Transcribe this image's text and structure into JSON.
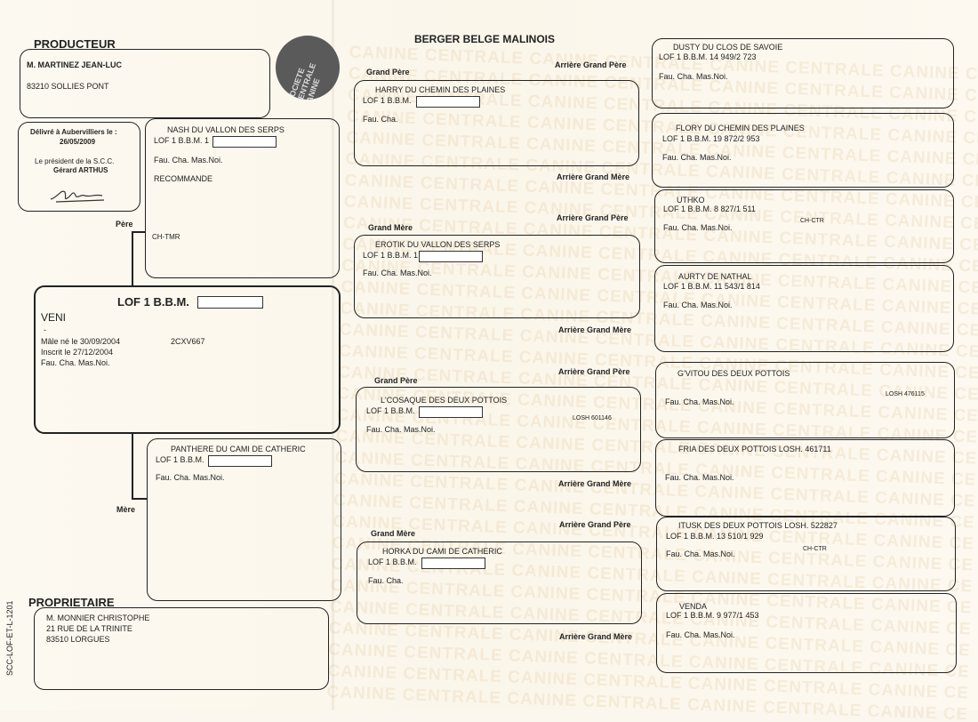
{
  "header": {
    "breed": "BERGER BELGE MALINOIS"
  },
  "producteur": {
    "title": "PRODUCTEUR",
    "name": "M. MARTINEZ JEAN-LUC",
    "address": "83210 SOLLIES PONT"
  },
  "delivre": {
    "line1": "Délivré à Aubervilliers le :",
    "date": "26/05/2009",
    "line2": "Le président de la S.C.C.",
    "president": "Gérard ARTHUS"
  },
  "seal_text": "SOCIETE CENTRALE CANINE",
  "dog": {
    "lof": "LOF 1 B.B.M.",
    "name": "VENI",
    "dash": "-",
    "birth": "Mâle  né le  30/09/2004",
    "tattoo": "2CXV667",
    "inscrit": "Inscrit le 27/12/2004",
    "colour": "Fau. Cha. Mas.Noi."
  },
  "labels": {
    "pere": "Père",
    "mere": "Mère",
    "grand_pere": "Grand Père",
    "grand_mere": "Grand Mère",
    "arriere_grand_pere": "Arrière Grand Père",
    "arriere_grand_mere": "Arrière Grand Mère"
  },
  "pere": {
    "name": "NASH  DU VALLON DES SERPS",
    "lof": "LOF 1 B.B.M. 1",
    "colour": "Fau. Cha. Mas.Noi.",
    "note": "RECOMMANDE",
    "title": "CH-TMR"
  },
  "mere": {
    "name": "PANTHERE  DU CAMI DE CATHERIC",
    "lof": "LOF 1 B.B.M.",
    "colour": "Fau. Cha. Mas.Noi."
  },
  "gp_pp": {
    "name": "HARRY  DU CHEMIN DES PLAINES",
    "lof": "LOF 1 B.B.M.",
    "colour": "Fau. Cha."
  },
  "gm_pp": {
    "name": "EROTIK DU VALLON DES SERPS",
    "lof": "LOF 1 B.B.M. 1",
    "colour": "Fau. Cha. Mas.Noi."
  },
  "gp_mm": {
    "name": "L'COSAQUE DES DEUX POTTOIS",
    "lof": "LOF 1 B.B.M.",
    "colour": "Fau. Cha. Mas.Noi.",
    "losh": "LOSH 601146"
  },
  "gm_mm": {
    "name": "HORKA  DU CAMI DE CATHERIC",
    "lof": "LOF 1 B.B.M.",
    "colour": "Fau. Cha."
  },
  "agp": [
    {
      "name": "DUSTY DU CLOS DE SAVOIE",
      "lof": "LOF 1 B.B.M. 14 949/2 723",
      "colour": "Fau. Cha. Mas.Noi.",
      "extra": ""
    },
    {
      "name": "FLORY DU CHEMIN DES PLAINES",
      "lof": "LOF 1 B.B.M. 19 872/2 953",
      "colour": "Fau. Cha. Mas.Noi.",
      "extra": ""
    },
    {
      "name": "UTHKO",
      "lof": "LOF 1 B.B.M. 8 827/1 511",
      "colour": "Fau. Cha. Mas.Noi.",
      "extra": "CH-CTR"
    },
    {
      "name": "AURTY DE NATHAL",
      "lof": "LOF 1 B.B.M. 11 543/1 814",
      "colour": "Fau. Cha. Mas.Noi.",
      "extra": ""
    },
    {
      "name": "G'VITOU DES DEUX POTTOIS",
      "lof": "",
      "colour": "Fau. Cha. Mas.Noi.",
      "extra": "LOSH 476115"
    },
    {
      "name": "FRIA DES DEUX POTTOIS  LOSH. 461711",
      "lof": "",
      "colour": "Fau. Cha. Mas.Noi.",
      "extra": ""
    },
    {
      "name": "ITUSK DES DEUX POTTOIS LOSH. 522827",
      "lof": "LOF 1 B.B.M. 13 510/1 929",
      "colour": "Fau. Cha. Mas.Noi.",
      "extra": "CH-CTR"
    },
    {
      "name": "VENDA",
      "lof": "LOF 1 B.B.M. 9 977/1 453",
      "colour": "Fau. Cha. Mas.Noi.",
      "extra": ""
    }
  ],
  "proprietaire": {
    "title": "PROPRIETAIRE",
    "name": "M. MONNIER CHRISTOPHE",
    "street": "21 RUE DE LA TRINITE",
    "city": "83510 LORGUES"
  },
  "form_code": "SCC-LOF-ET-L-1201",
  "watermark_text": "CANINE CENTRALE CANINE CENTRALE CANINE CENTRALE CANINE CENTRALE"
}
